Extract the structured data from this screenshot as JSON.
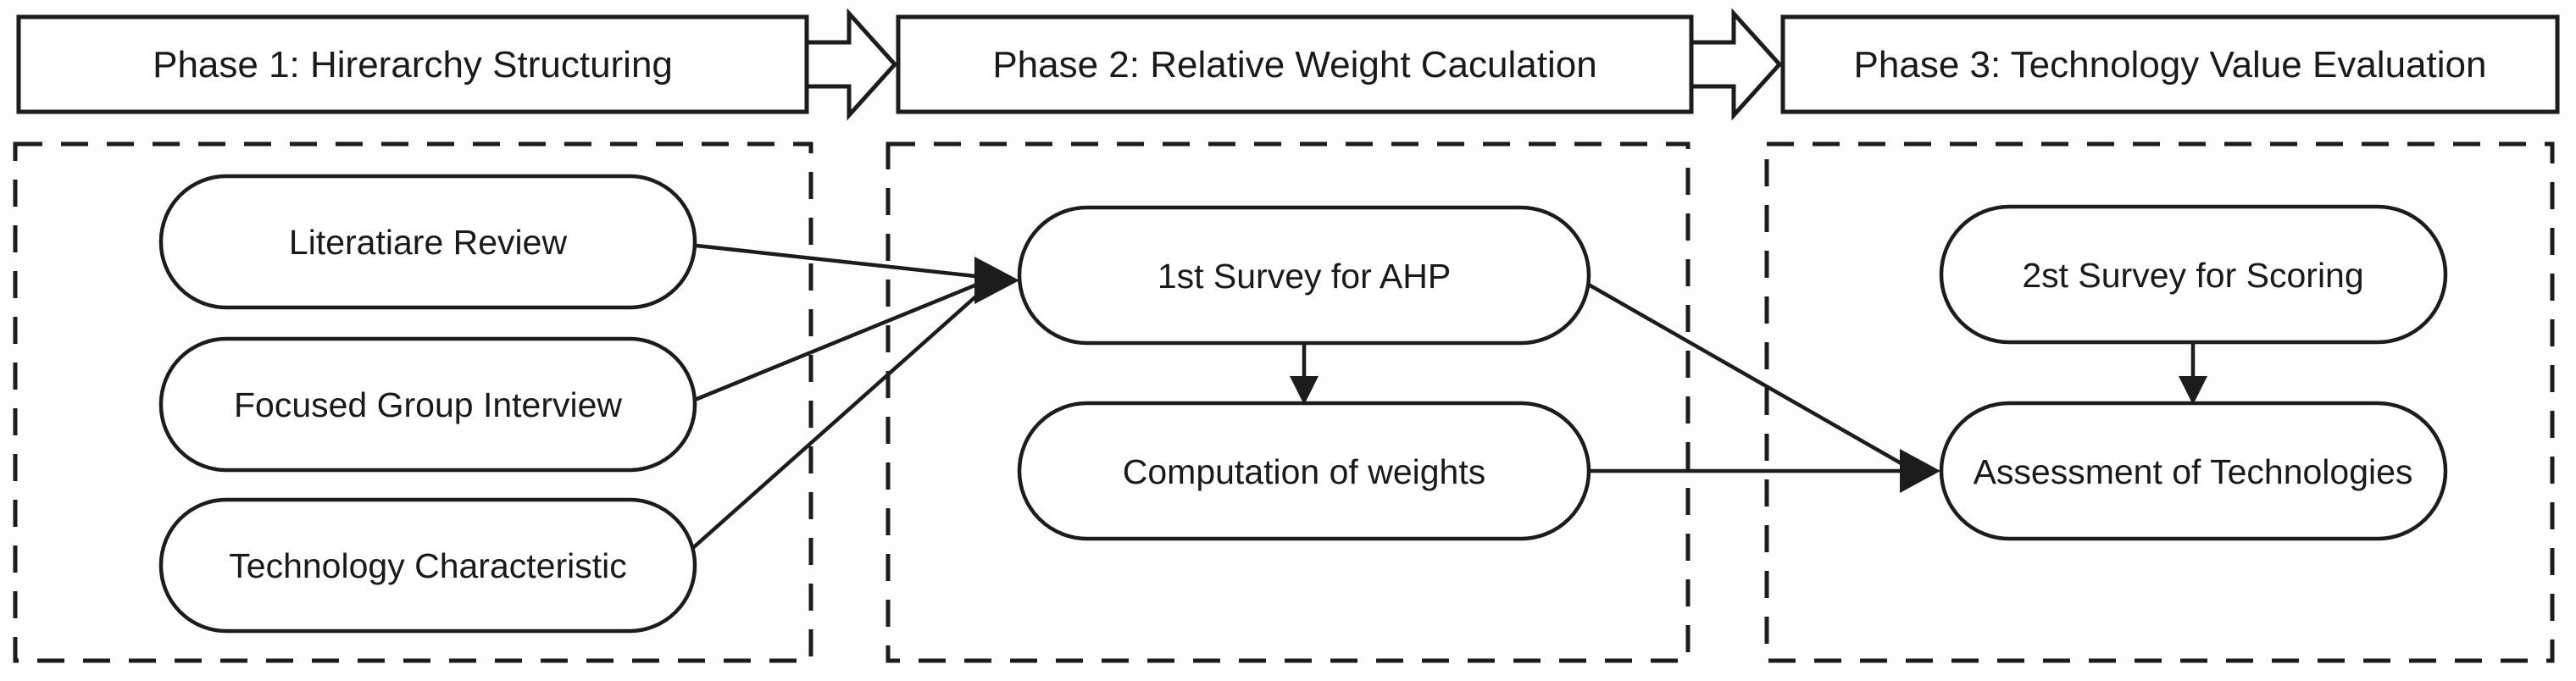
{
  "diagram": {
    "background": "#fdfdfd",
    "stroke_color": "#1c1c1c",
    "node_fill": "#ffffff",
    "phases": [
      {
        "title": "Phase 1: Hirerarchy Structuring",
        "nodes": [
          "Literatiare Review",
          "Focused Group Interview",
          "Technology Characteristic"
        ]
      },
      {
        "title": "Phase 2: Relative Weight Caculation",
        "nodes": [
          "1st Survey for AHP",
          "Computation of weights"
        ]
      },
      {
        "title": "Phase 3: Technology Value Evaluation",
        "nodes": [
          "2st Survey for Scoring",
          "Assessment of Technologies"
        ]
      }
    ],
    "connections": [
      {
        "from": "Literatiare Review",
        "to": "1st Survey for AHP"
      },
      {
        "from": "Focused Group Interview",
        "to": "1st Survey for AHP"
      },
      {
        "from": "Technology Characteristic",
        "to": "1st Survey for AHP"
      },
      {
        "from": "1st Survey for AHP",
        "to": "Computation of weights"
      },
      {
        "from": "1st Survey for AHP",
        "to": "Assessment of Technologies"
      },
      {
        "from": "Computation of weights",
        "to": "Assessment of Technologies"
      },
      {
        "from": "2st Survey for Scoring",
        "to": "Assessment of Technologies"
      }
    ]
  }
}
